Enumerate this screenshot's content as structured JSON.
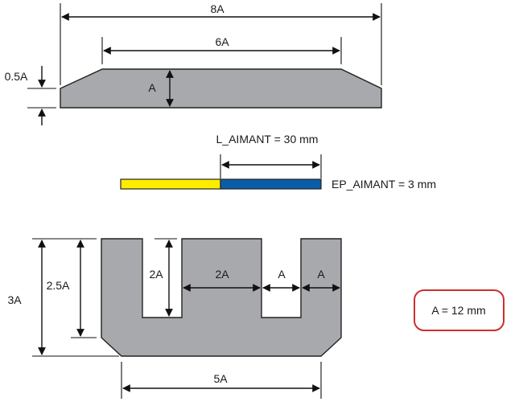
{
  "top_view": {
    "total_width": "8A",
    "top_width": "6A",
    "thickness": "A",
    "bevel": "0.5A"
  },
  "magnet": {
    "length": "L_AIMANT = 30 mm",
    "thickness": "EP_AIMANT = 3 mm",
    "colors": {
      "yellow": "#ffed00",
      "blue": "#0a5ea8"
    }
  },
  "u_core": {
    "total_height": "3A",
    "slot_depth_outer": "2.5A",
    "slot_depth": "2A",
    "center_leg": "2A",
    "slot_width": "A",
    "outer_leg": "A",
    "base_width": "5A"
  },
  "parameter": {
    "value": "A = 12 mm",
    "border_color": "#cf2e2e"
  },
  "colors": {
    "part_fill": "#a7a9ac"
  }
}
